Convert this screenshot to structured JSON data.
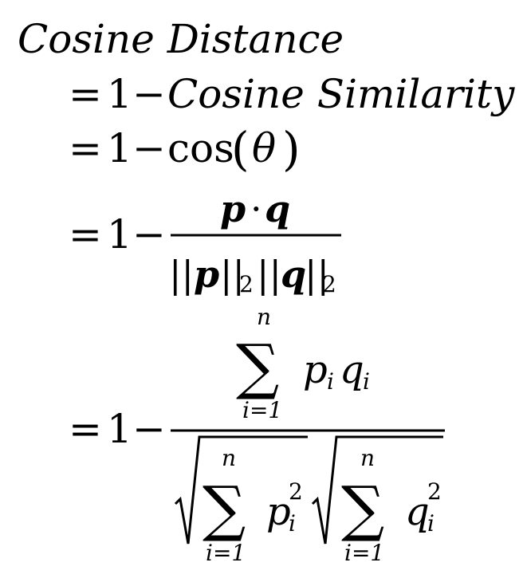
{
  "formula": {
    "lhs": "Cosine Distance",
    "eq": "=",
    "one": "1",
    "minus": "−",
    "line1": {
      "term": "Cosine Similarity"
    },
    "line2": {
      "fn": "cos",
      "lparen": "(",
      "theta": "θ",
      "rparen": ")"
    },
    "line3": {
      "p": "p",
      "dot": "·",
      "q": "q",
      "norm_bars": "||",
      "subscript": "2"
    },
    "line4": {
      "sigma": "∑",
      "upper": "n",
      "lower": "i=1",
      "p": "p",
      "q": "q",
      "i": "i",
      "square": "2",
      "radical": "√"
    }
  }
}
